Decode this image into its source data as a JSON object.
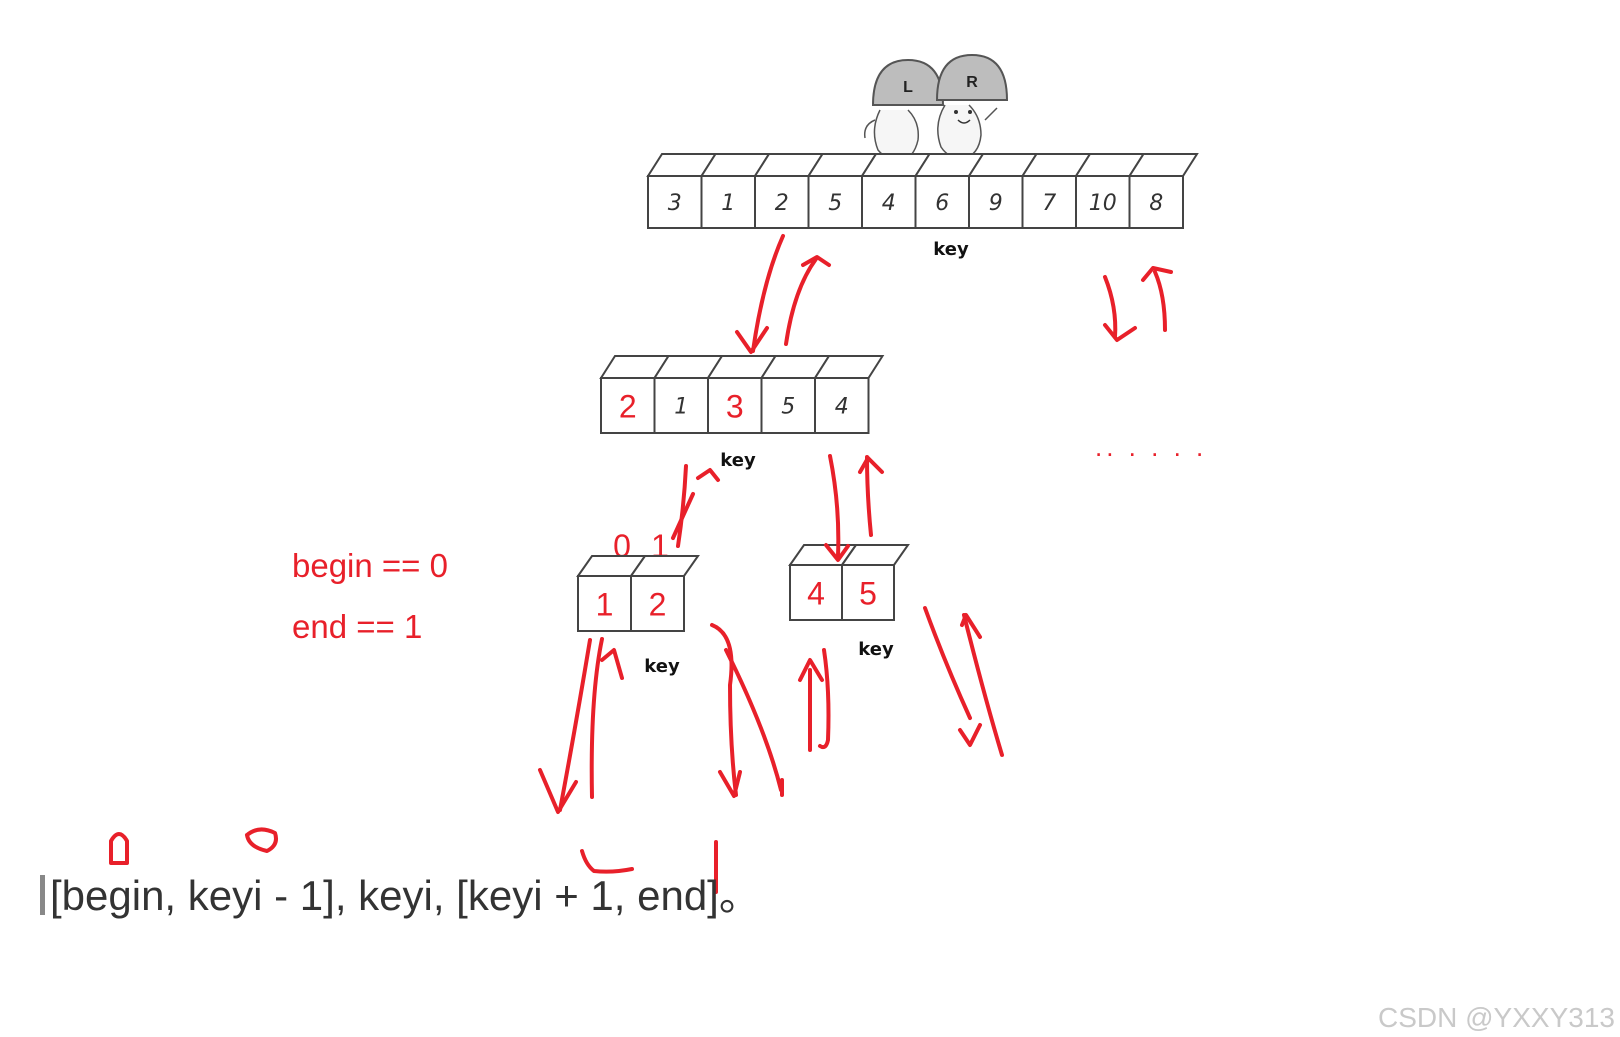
{
  "main_array": {
    "cells": [
      "3",
      "1",
      "2",
      "5",
      "4",
      "6",
      "9",
      "7",
      "10",
      "8"
    ],
    "pivot_index": 5,
    "key_label": "key",
    "helmet_labels": [
      "L",
      "R"
    ]
  },
  "sub_array_1": {
    "cells": [
      "2",
      "1",
      "3",
      "5",
      "4"
    ],
    "red_indices": [
      0,
      2
    ],
    "key_label": "key"
  },
  "sub_array_2": {
    "cells": [
      "1",
      "2"
    ],
    "index_labels": [
      "0",
      "1"
    ],
    "key_label": "key"
  },
  "sub_array_3": {
    "cells": [
      "4",
      "5"
    ],
    "key_label": "key"
  },
  "ellipsis": ".. . . . .",
  "annotations": {
    "begin": "begin == 0",
    "end": "end == 1"
  },
  "bottom_text": "[begin, keyi - 1], keyi, [keyi + 1, end]。",
  "watermark": "CSDN @YXXY313",
  "colors": {
    "ink_red": "#e8202a",
    "pivot_fill": "#d8141c"
  }
}
